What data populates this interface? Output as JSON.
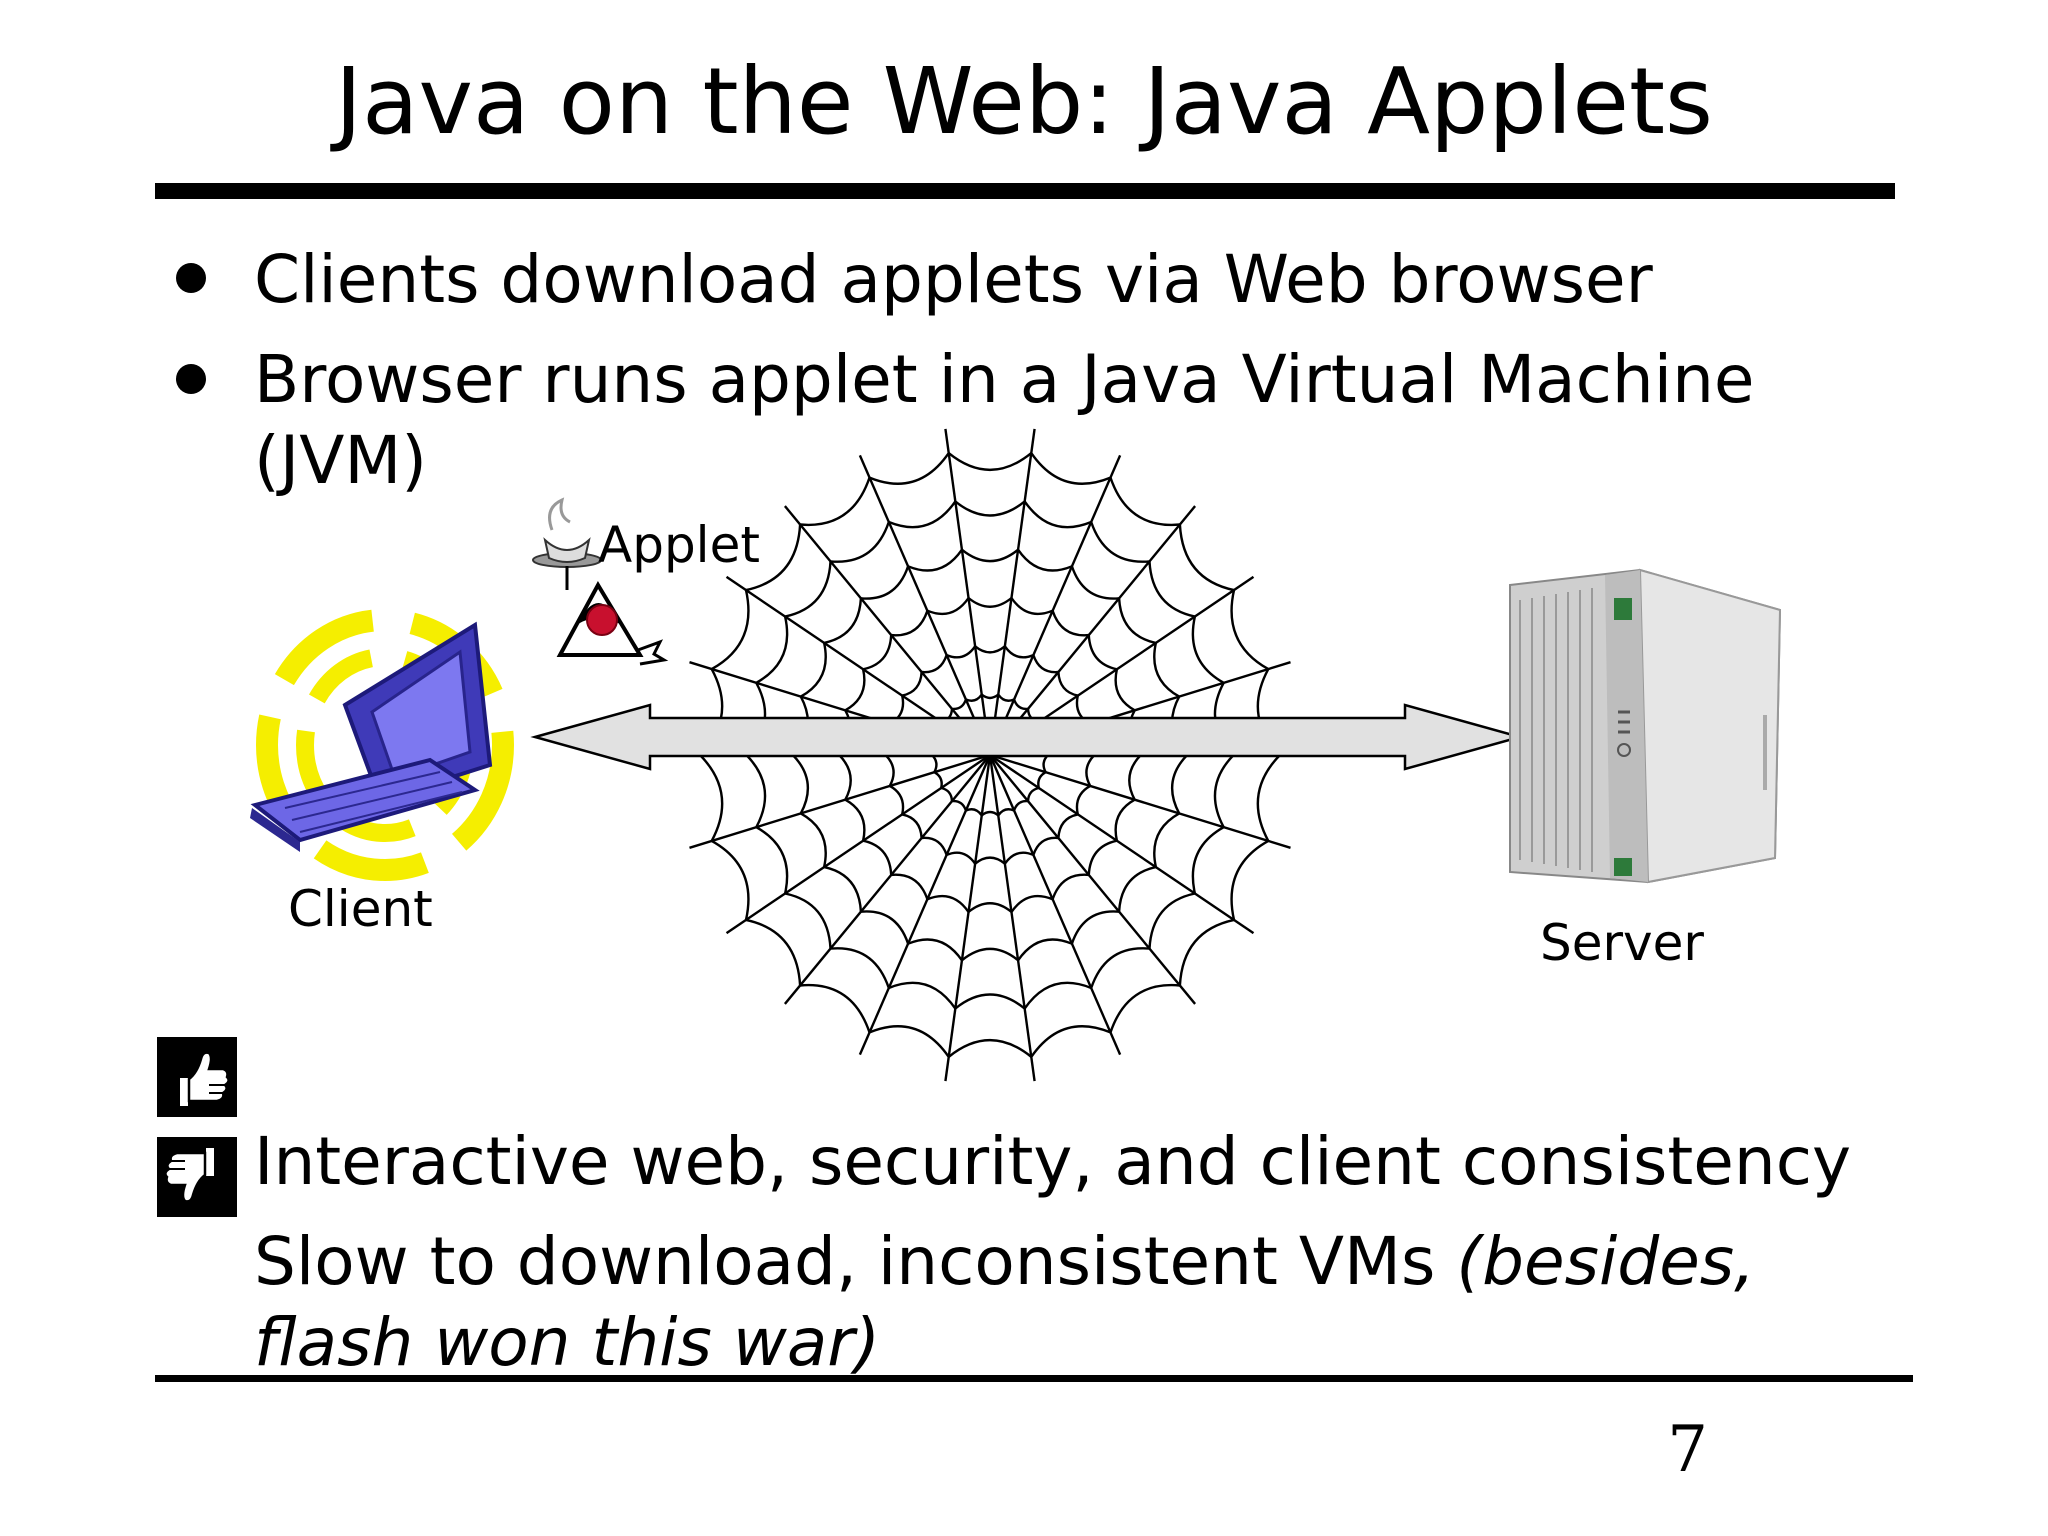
{
  "slide": {
    "title": "Java on the Web: Java Applets",
    "bullets": [
      "Clients download applets via Web browser",
      "Browser runs applet in a Java Virtual Machine (JVM)"
    ],
    "pro": "Interactive web, security, and client consistency",
    "con": "Slow to download, inconsistent VMs",
    "con_aside": "(besides, flash won this war)",
    "page_number": "7"
  },
  "diagram": {
    "applet_label": "Applet",
    "client_label": "Client",
    "server_label": "Server",
    "colors": {
      "laptop": "#5a55d6",
      "swirl": "#f5ee00",
      "arrow_fill": "#e1e1e1",
      "server": "#d9d9d9",
      "java_red": "#c8102e"
    }
  },
  "icons": {
    "thumbs_up": "thumbs-up-icon",
    "thumbs_down": "thumbs-down-icon"
  }
}
